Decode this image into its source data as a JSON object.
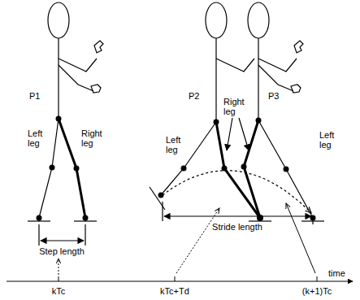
{
  "diagram": {
    "labels": [
      "P1",
      "Left leg",
      "Right leg",
      "Step length",
      "P2",
      "Left leg",
      "Right leg",
      "P3",
      "Left leg",
      "Stride length",
      "kTc",
      "kTc+Td",
      "(k+1)Tc",
      "time"
    ]
  }
}
